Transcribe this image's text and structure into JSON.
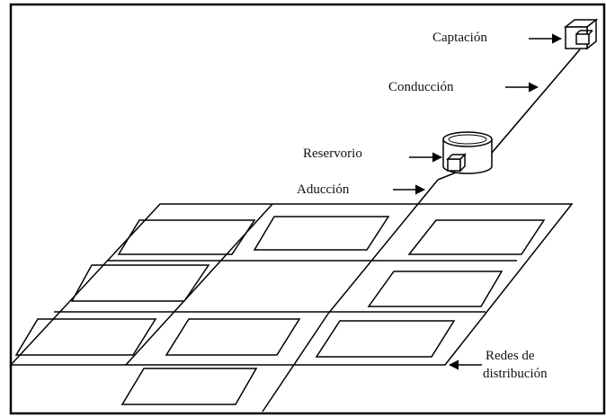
{
  "labels": {
    "captacion": "Captación",
    "conduccion": "Conducción",
    "reservorio": "Reservorio",
    "aduccion": "Aducción",
    "redes_line1": "Redes de",
    "redes_line2": "distribución"
  },
  "colors": {
    "stroke": "#000000",
    "background": "#ffffff"
  }
}
